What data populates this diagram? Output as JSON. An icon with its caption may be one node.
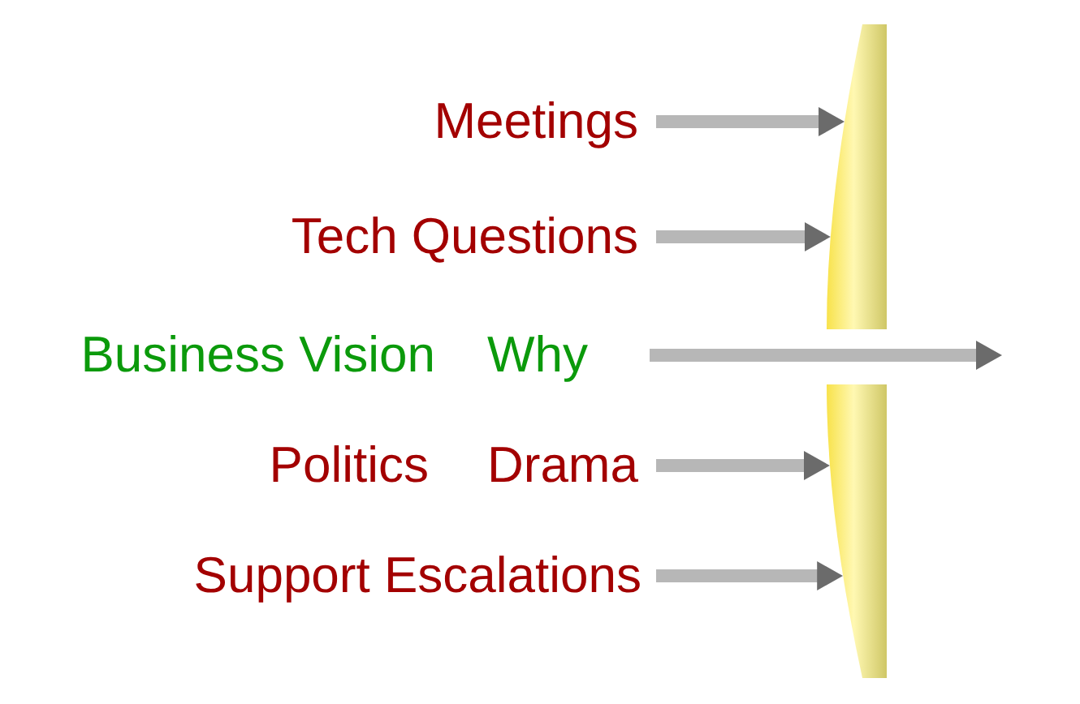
{
  "diagram": {
    "nodes": [
      {
        "text": [
          "Meetings"
        ]
      },
      {
        "text": [
          "Tech Questions"
        ]
      },
      {
        "text": [
          "Business Vision",
          "Why"
        ]
      },
      {
        "text": [
          "Politics",
          "Drama"
        ]
      },
      {
        "text": [
          "Support Escalations"
        ]
      },
      {
        "text": [],
        "shape": "bar"
      },
      {
        "text": [],
        "shape": "bar"
      }
    ],
    "edges": [
      {
        "from": 0,
        "to": 5,
        "arrow": "to"
      },
      {
        "from": 1,
        "to": 5,
        "arrow": "to"
      },
      {
        "from": 2,
        "to": null,
        "arrow": "to"
      },
      {
        "from": 3,
        "to": 6,
        "arrow": "to"
      },
      {
        "from": 4,
        "to": 6,
        "arrow": "to"
      }
    ]
  }
}
